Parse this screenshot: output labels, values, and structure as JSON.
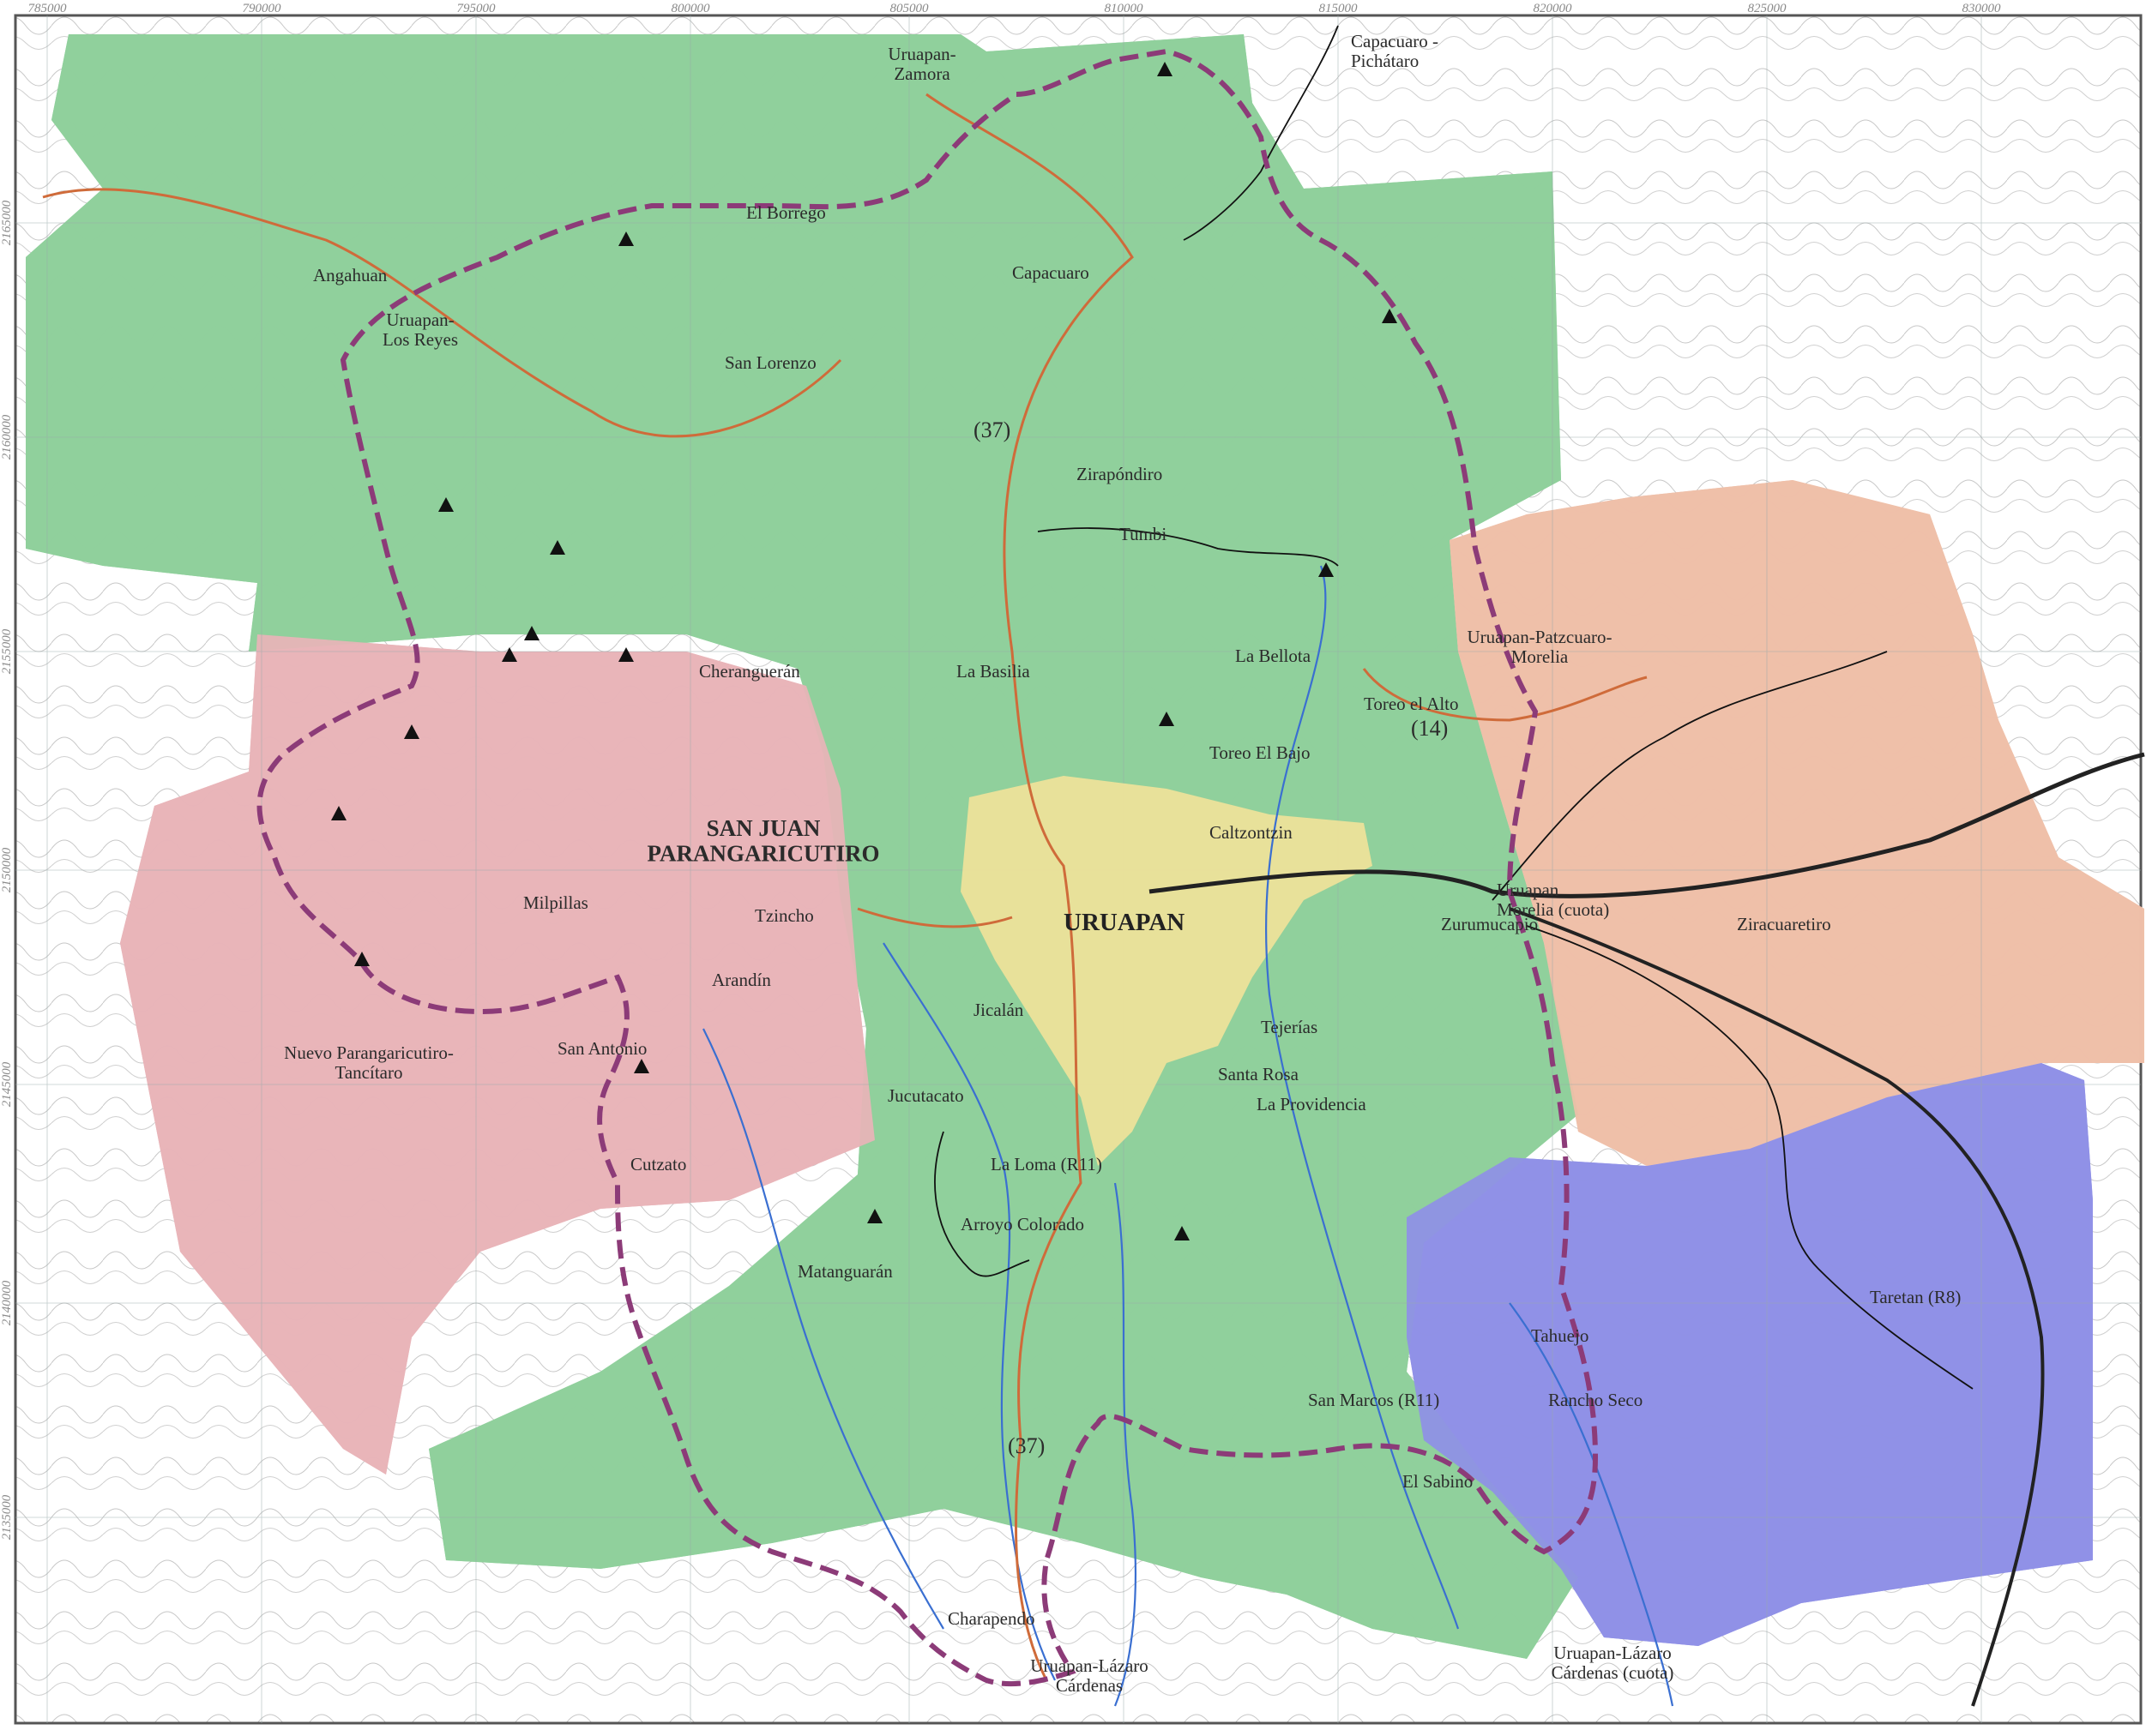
{
  "map": {
    "grid_x_ticks": [
      "785000",
      "790000",
      "795000",
      "800000",
      "805000",
      "810000",
      "815000",
      "820000",
      "825000",
      "830000"
    ],
    "grid_y_ticks": [
      "2165000",
      "2160000",
      "2155000",
      "2150000",
      "2145000",
      "2140000",
      "2135000"
    ],
    "zones": [
      {
        "name": "green-zone",
        "color": "#8fcf9b"
      },
      {
        "name": "pink-zone",
        "color": "#e8b4b8"
      },
      {
        "name": "peach-zone",
        "color": "#efbfa8"
      },
      {
        "name": "purple-zone",
        "color": "#8f90e6"
      }
    ],
    "colors": {
      "boundary": "#8c3b78",
      "highway": "#cf6b3a",
      "river": "#3a6fd1",
      "railway": "#222222",
      "contour": "#a9a9a9",
      "urban": "#f2e29a"
    },
    "icons": [
      "volcano-peak-icon"
    ],
    "labels": [
      {
        "id": "capacuaro-pichataro",
        "text": "Capacuaro -",
        "text2": "Pichátaro"
      },
      {
        "id": "uruapan-zamora",
        "text": "Uruapan-",
        "text2": "Zamora"
      },
      {
        "id": "angahuan",
        "text": "Angahuan"
      },
      {
        "id": "uruapan-los-reyes",
        "text": "Uruapan-",
        "text2": "Los Reyes"
      },
      {
        "id": "el-borrego",
        "text": "El Borrego"
      },
      {
        "id": "capacuaro",
        "text": "Capacuaro"
      },
      {
        "id": "san-lorenzo",
        "text": "San Lorenzo"
      },
      {
        "id": "route-37-north",
        "text": "(37)"
      },
      {
        "id": "zirapondiro",
        "text": "Zirapóndiro"
      },
      {
        "id": "tumbi",
        "text": "Tumbi"
      },
      {
        "id": "la-basilia",
        "text": "La Basilia"
      },
      {
        "id": "cheranguerán",
        "text": "Cheranguerán"
      },
      {
        "id": "la-bellota",
        "text": "La Bellota"
      },
      {
        "id": "toreo-el-alto",
        "text": "Toreo el Alto"
      },
      {
        "id": "route-14",
        "text": "(14)"
      },
      {
        "id": "toreo-el-bajo",
        "text": "Toreo El Bajo"
      },
      {
        "id": "uruapan-patzcuaro-morelia",
        "text": "Uruapan-Patzcuaro-",
        "text2": "Morelia"
      },
      {
        "id": "caltzontzin",
        "text": "Caltzontzin"
      },
      {
        "id": "san-juan-parangaricutiro",
        "text": "SAN JUAN",
        "text2": "PARANGARICUTIRO"
      },
      {
        "id": "uruapan-morelia-cuota",
        "text": "Uruapan",
        "text2": "Morelia (cuota)"
      },
      {
        "id": "milpillas",
        "text": "Milpillas"
      },
      {
        "id": "tzincho",
        "text": "Tzincho"
      },
      {
        "id": "uruapan-city",
        "text": "URUAPAN"
      },
      {
        "id": "zurumucapio",
        "text": "Zurumucapio"
      },
      {
        "id": "ziracuaretiro",
        "text": "Ziracuaretiro"
      },
      {
        "id": "arandin",
        "text": "Arandín"
      },
      {
        "id": "jicalan",
        "text": "Jicalán"
      },
      {
        "id": "tejerias",
        "text": "Tejerías"
      },
      {
        "id": "nuevo-parangaricutiro-tancitaro",
        "text": "Nuevo Parangaricutiro-",
        "text2": "Tancítaro"
      },
      {
        "id": "san-antonio",
        "text": "San Antonio"
      },
      {
        "id": "santa-rosa",
        "text": "Santa Rosa"
      },
      {
        "id": "la-providencia",
        "text": "La Providencia"
      },
      {
        "id": "jucutacato",
        "text": "Jucutacato"
      },
      {
        "id": "cutzato",
        "text": "Cutzato"
      },
      {
        "id": "la-loma",
        "text": "La Loma (R11)"
      },
      {
        "id": "arroyo-colorado",
        "text": "Arroyo Colorado"
      },
      {
        "id": "matanguaran",
        "text": "Matanguarán"
      },
      {
        "id": "taretan",
        "text": "Taretan (R8)"
      },
      {
        "id": "tahuejo",
        "text": "Tahuejo"
      },
      {
        "id": "san-marcos",
        "text": "San Marcos (R11)"
      },
      {
        "id": "rancho-seco",
        "text": "Rancho Seco"
      },
      {
        "id": "route-37-south",
        "text": "(37)"
      },
      {
        "id": "el-sabino",
        "text": "El Sabino"
      },
      {
        "id": "charapendo",
        "text": "Charapendo"
      },
      {
        "id": "uruapan-lazaro-cardenas",
        "text": "Uruapan-Lázaro",
        "text2": "Cárdenas"
      },
      {
        "id": "uruapan-lazaro-cardenas-cuota",
        "text": "Uruapan-Lázaro",
        "text2": "Cárdenas (cuota)"
      }
    ]
  }
}
